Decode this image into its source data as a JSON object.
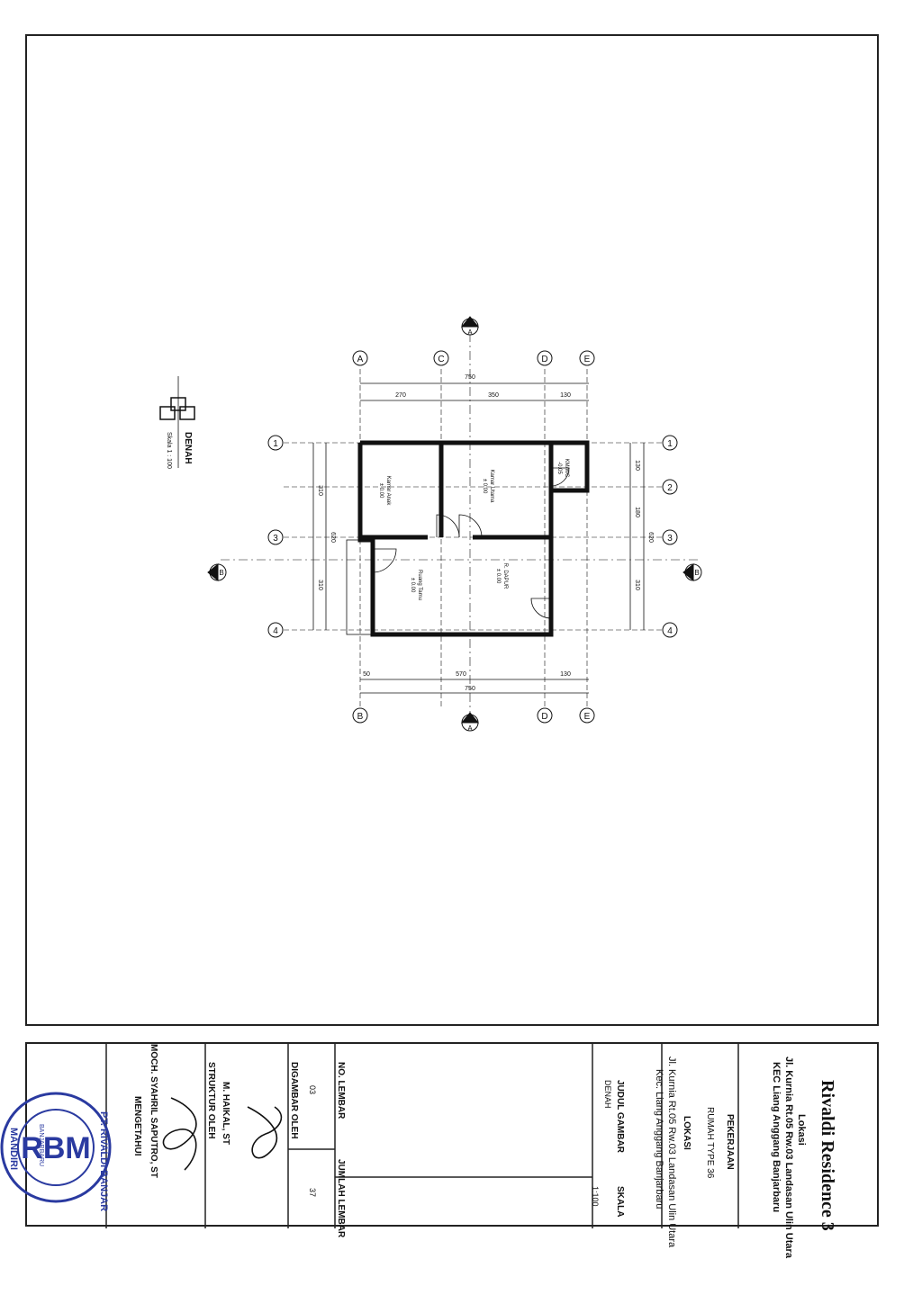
{
  "plan": {
    "title": "DENAH",
    "scale_note": "Skala 1 : 100",
    "rooms": [
      {
        "name": "Kamar Anak",
        "level": "± 0.00"
      },
      {
        "name": "Kamar Utama",
        "level": "± 0.00"
      },
      {
        "name": "Ruang Tamu",
        "level": "± 0.00"
      },
      {
        "name": "R. DAPUR",
        "level": "± 0.00"
      },
      {
        "name": "KM/WC",
        "level": "-0.05"
      }
    ],
    "grid_letters": [
      "A",
      "B",
      "C",
      "D",
      "E"
    ],
    "grid_numbers": [
      "1",
      "2",
      "3",
      "4"
    ],
    "section_markers": [
      "A",
      "B"
    ],
    "dims_top": [
      "270",
      "350",
      "130"
    ],
    "dims_top_total": "750",
    "dims_bottom": [
      "50",
      "570",
      "130"
    ],
    "dims_bottom_total": "750",
    "dims_left": [
      "310",
      "310"
    ],
    "dims_left_total": "620",
    "dims_right": [
      "130",
      "180",
      "310"
    ],
    "dims_right_total": "620"
  },
  "titleblock": {
    "project_name": "Rivaldi Residence 3",
    "location_label": "Lokasi",
    "location_line1": "Jl. Kurnia Rt.05 Rw.03 Landasan Ulin Utara",
    "location_line2": "KEC Liang Anggang Banjarbaru",
    "pekerjaan_label": "PEKERJAAN",
    "pekerjaan_value": "RUMAH TYPE 36",
    "lokasi_label": "LOKASI",
    "lokasi_value1": "Jl. Kurnia Rt.05 Rw.03 Landasan Ulin Utara",
    "lokasi_value2": "Kec. Liang Anggang Banjarbaru",
    "judul_label": "JUDUL GAMBAR",
    "judul_value": "DENAH",
    "skala_label": "SKALA",
    "skala_value": "1:100",
    "no_lembar_label": "NO. LEMBAR",
    "no_lembar_value": "03",
    "jumlah_label": "JUMLAH LEMBAR",
    "jumlah_value": "37",
    "digambar_label": "DIGAMBAR OLEH",
    "digambar_value": "M. HAIKAL, ST",
    "struktur_label": "STRUKTUR OLEH",
    "mengetahui_label": "MENGETAHUI",
    "mengetahui_value": "MOCH. SYAHRIL SAPUTRO, ST"
  },
  "stamp": {
    "top_text": "PT. RIVALDI BANJAR",
    "bottom_text": "MANDIRI",
    "logo": "RBM",
    "city": "BANJARBARU"
  }
}
